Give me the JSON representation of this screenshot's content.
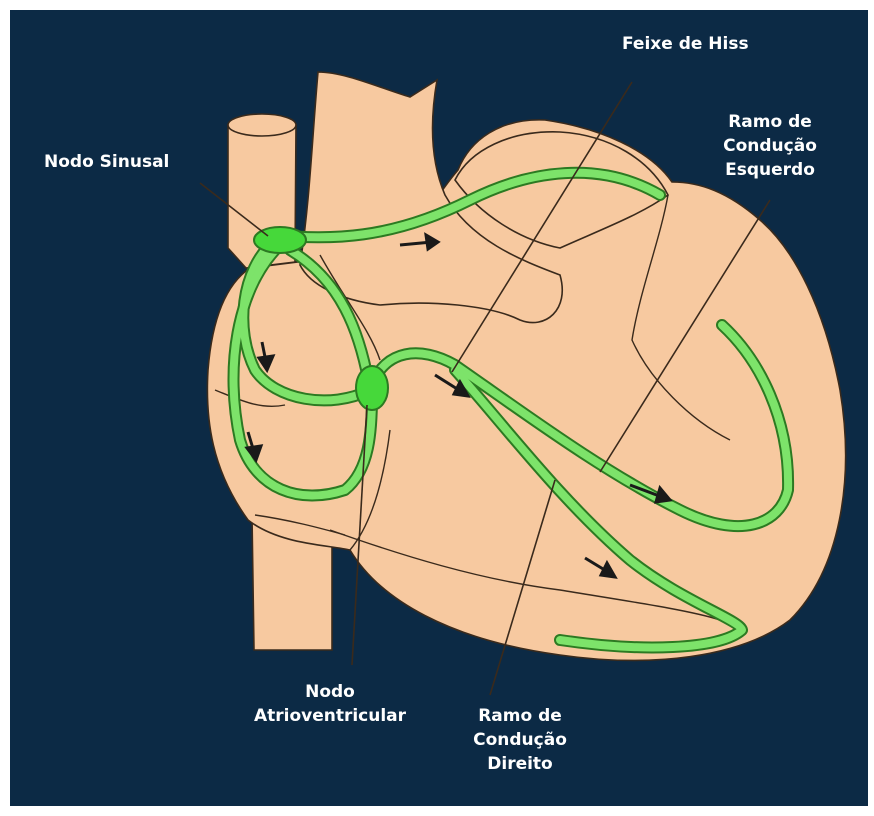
{
  "colors": {
    "background": "#0c2a45",
    "heart": "#f7c9a0",
    "outline": "#3a2a1c",
    "conduction": "#7de36a",
    "node": "#46d83a",
    "label": "#ffffff"
  },
  "labels": {
    "feixe_de_hiss": "Feixe de Hiss",
    "nodo_sinusal": "Nodo Sinusal",
    "ramo_esquerdo": [
      "Ramo de",
      "Condução",
      "Esquerdo"
    ],
    "nodo_av": [
      "Nodo",
      "Atrioventricular"
    ],
    "ramo_direito": [
      "Ramo de",
      "Condução",
      "Direito"
    ]
  }
}
